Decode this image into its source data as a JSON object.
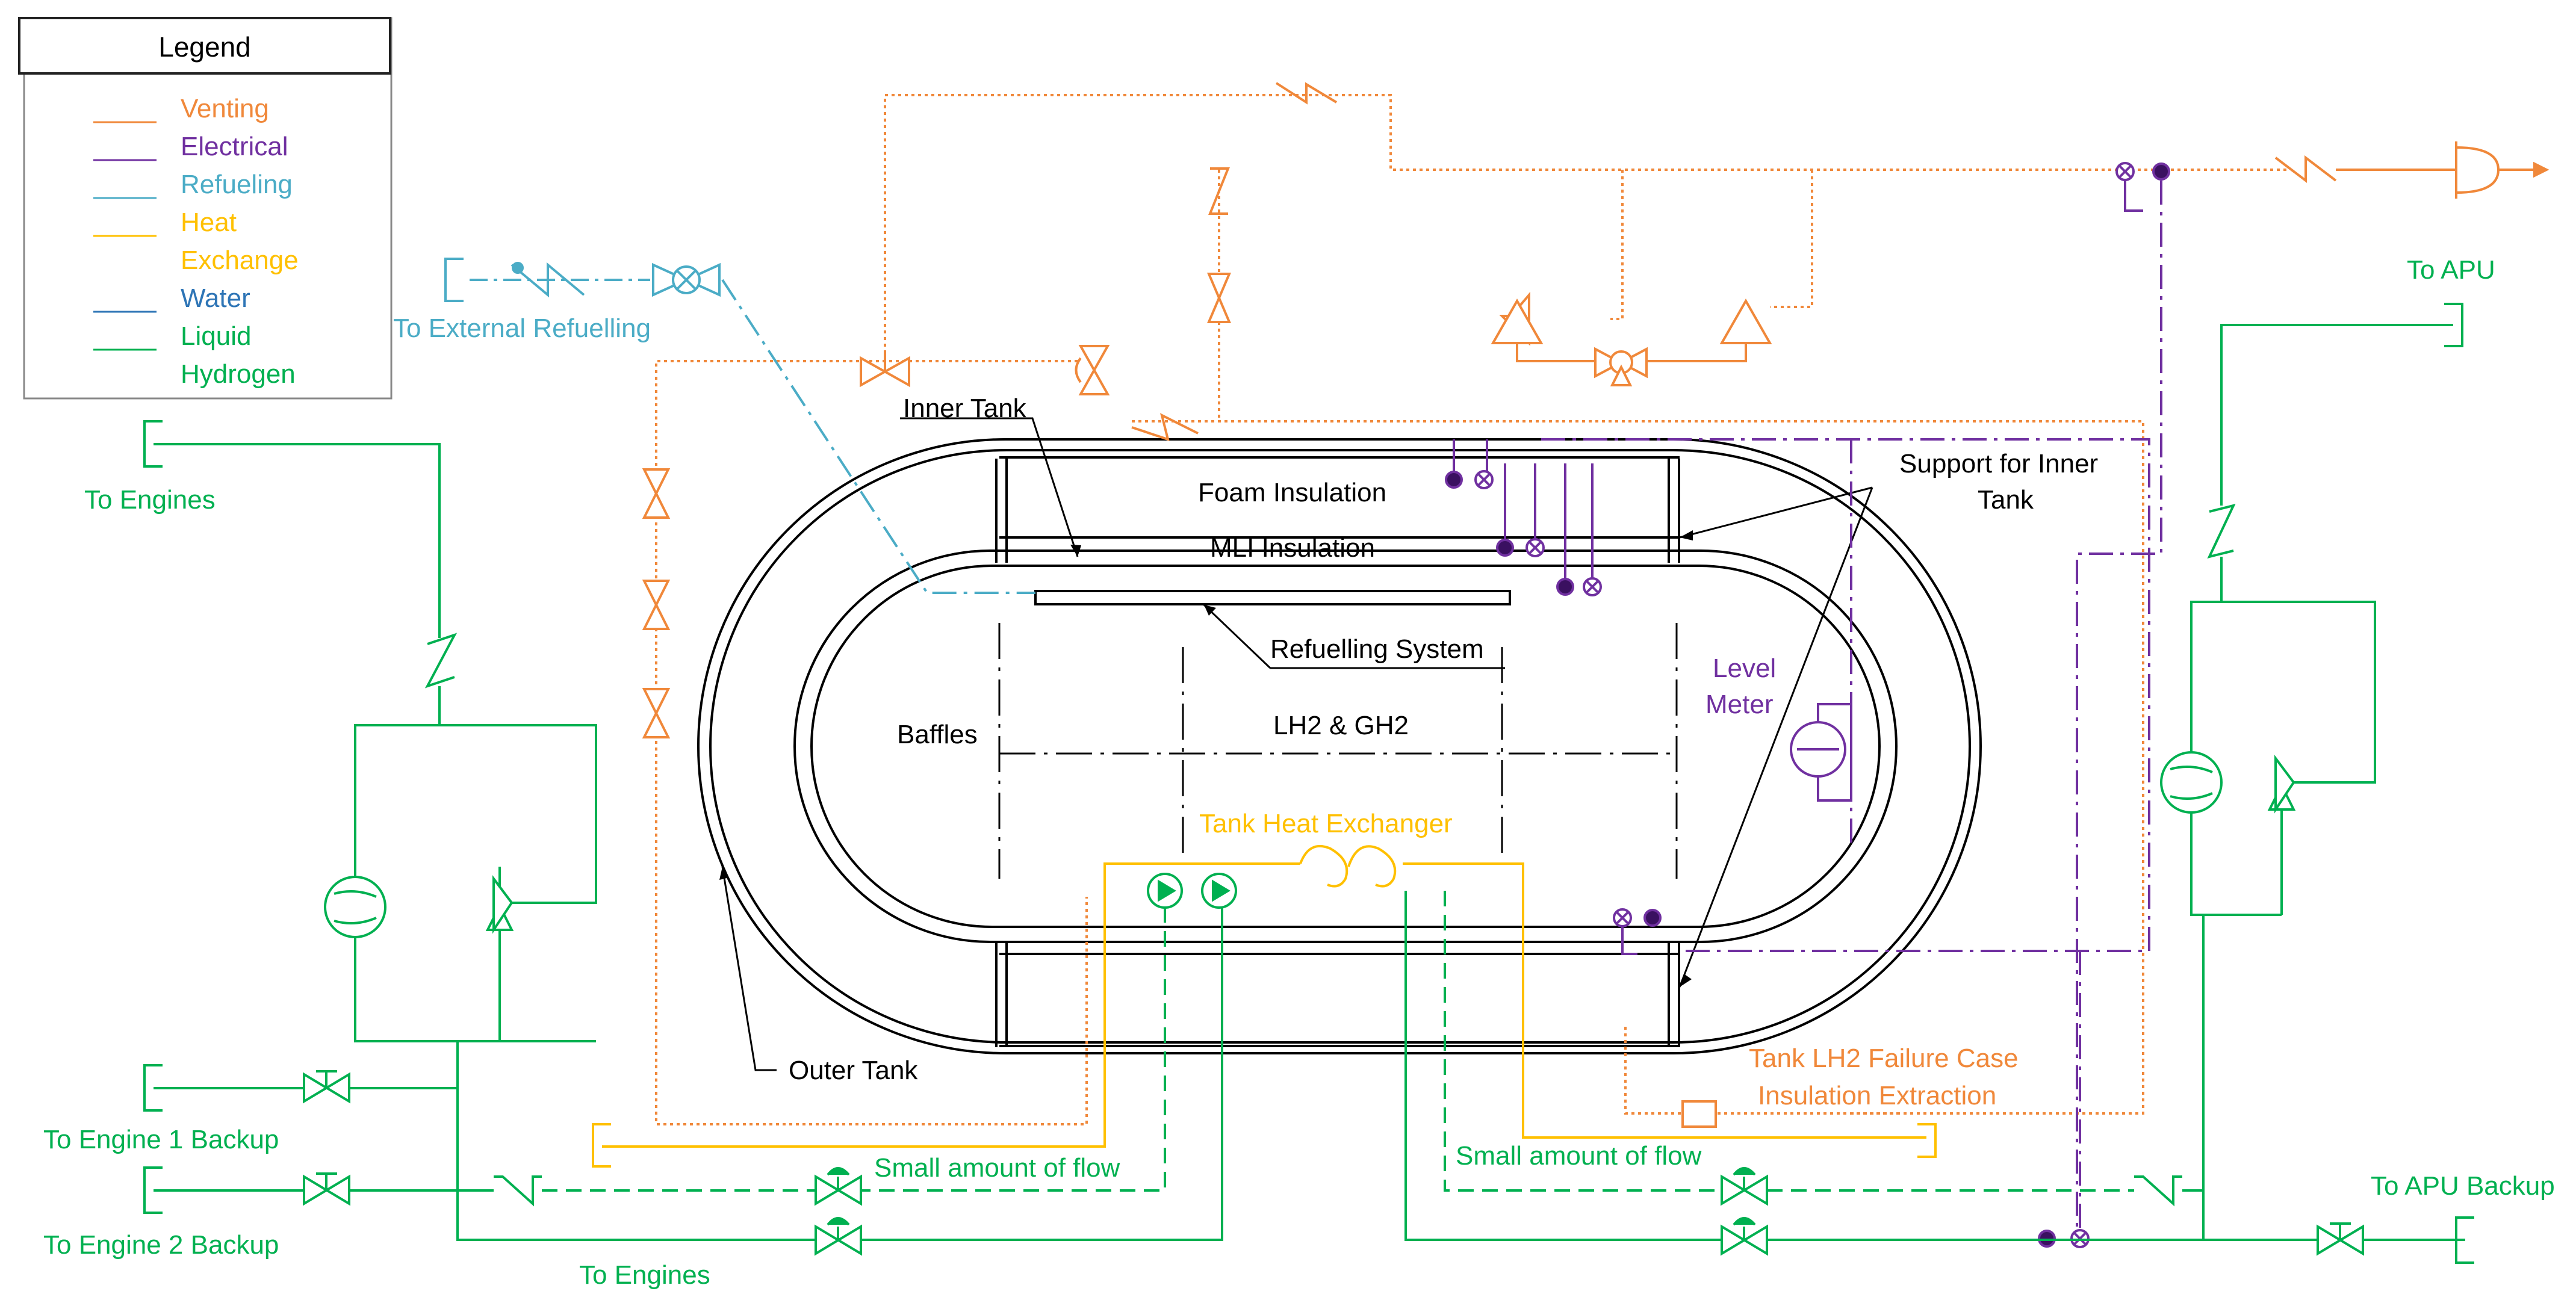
{
  "colors": {
    "venting": "#F0883A",
    "electrical": "#7030A0",
    "refueling": "#4BACC6",
    "heat": "#FFC000",
    "water": "#2E75B6",
    "hydrogen": "#00B050",
    "structure": "#000000"
  },
  "legend": {
    "title": "Legend",
    "items": [
      {
        "label": "Venting",
        "color": "#F0883A"
      },
      {
        "label": "Electrical",
        "color": "#7030A0"
      },
      {
        "label": "Refueling",
        "color": "#4BACC6"
      },
      {
        "label": "Heat",
        "color": "#FFC000"
      },
      {
        "label": "Exchange",
        "color": "#FFC000"
      },
      {
        "label": "Water",
        "color": "#2E75B6"
      },
      {
        "label": "Liquid",
        "color": "#00B050"
      },
      {
        "label": "Hydrogen",
        "color": "#00B050"
      }
    ]
  },
  "labels": {
    "inner_tank": "Inner Tank",
    "foam_insulation": "Foam Insulation",
    "mli_insulation": "MLI Insulation",
    "support_inner_tank_1": "Support for Inner",
    "support_inner_tank_2": "Tank",
    "refuelling_system": "Refuelling System",
    "baffles": "Baffles",
    "lh2_gh2": "LH2 & GH2",
    "level_meter_1": "Level",
    "level_meter_2": "Meter",
    "tank_heat_exchanger": "Tank Heat Exchanger",
    "outer_tank": "Outer Tank",
    "failure_case_1": "Tank LH2 Failure Case",
    "failure_case_2": "Insulation Extraction",
    "to_external_refuelling": "To External Refuelling",
    "to_engines_top": "To Engines",
    "to_engine_1_backup": "To Engine 1 Backup",
    "to_engine_2_backup": "To Engine 2 Backup",
    "to_engines_bottom": "To Engines",
    "small_flow_left": "Small amount of flow",
    "small_flow_right": "Small amount of flow",
    "to_apu": "To APU",
    "to_apu_backup": "To APU Backup"
  }
}
